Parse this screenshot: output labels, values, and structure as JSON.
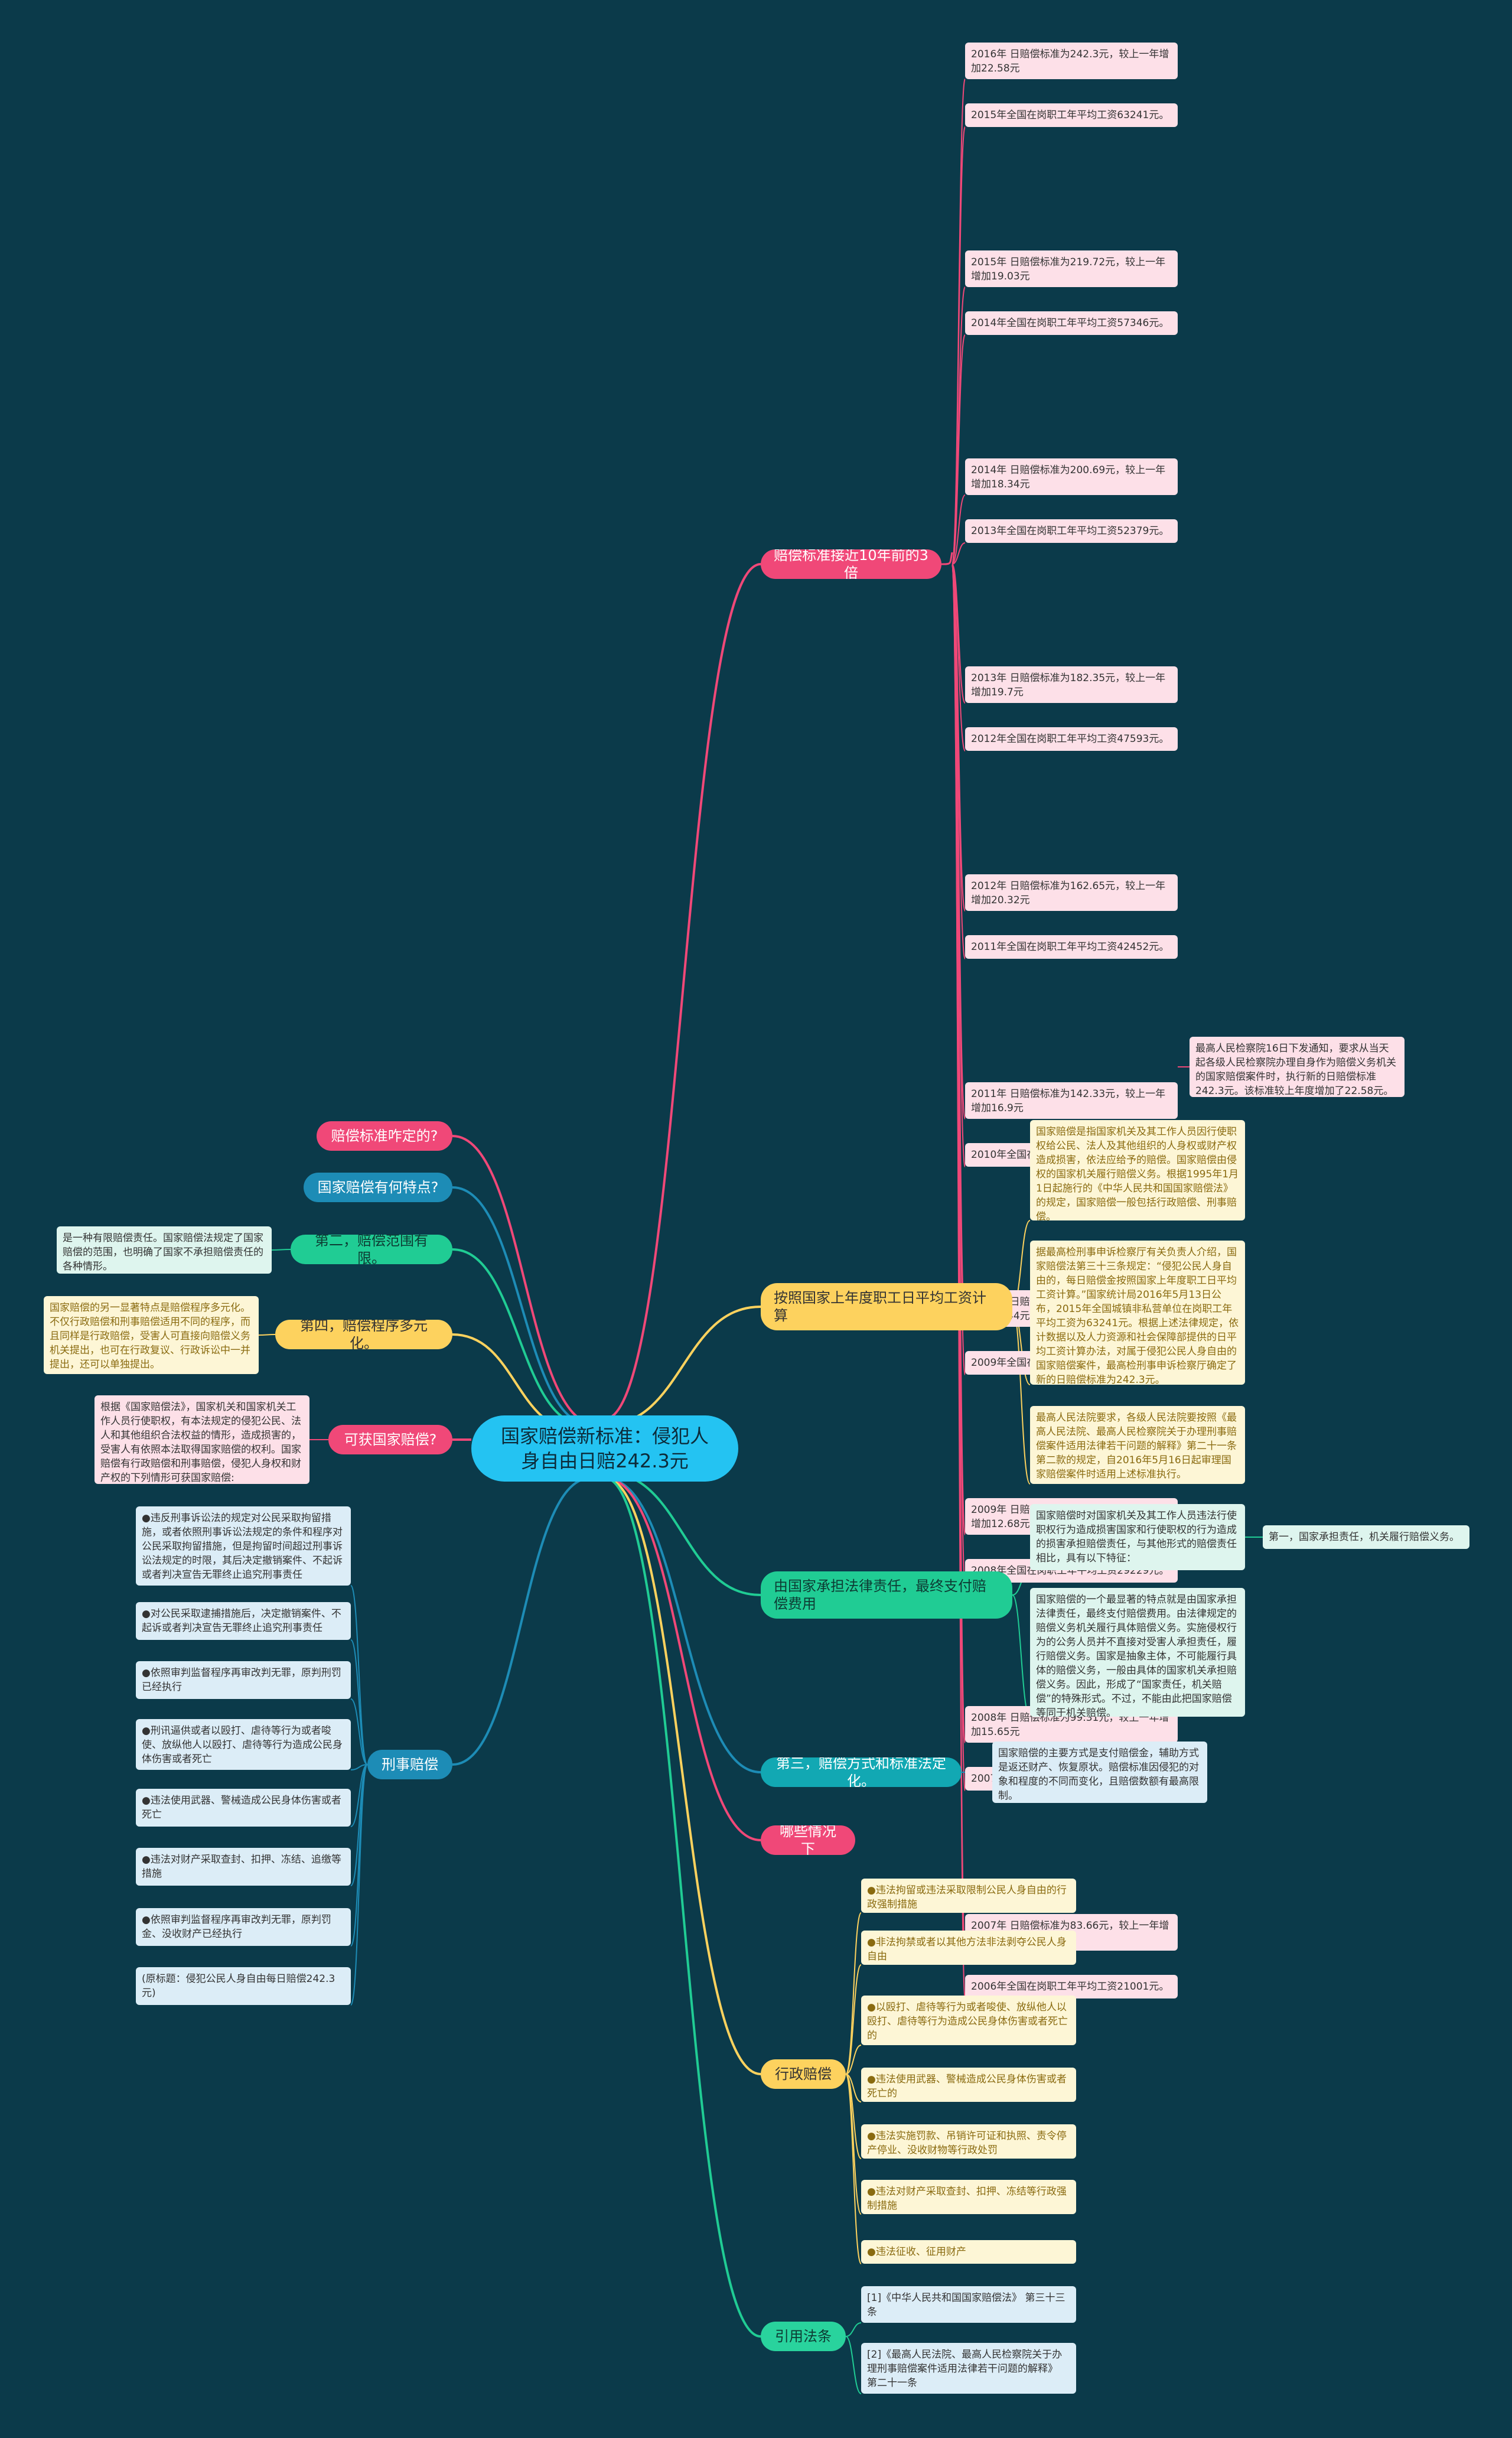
{
  "root": "国家赔偿新标准：侵犯人身自由日赔242.3元",
  "branch1": {
    "label": "赔偿标准接近10年前的3倍",
    "items": [
      "2016年 日赔偿标准为242.3元，较上一年增加22.58元",
      "2015年全国在岗职工年平均工资63241元。",
      "2015年 日赔偿标准为219.72元，较上一年增加19.03元",
      "2014年全国在岗职工年平均工资57346元。",
      "2014年 日赔偿标准为200.69元，较上一年增加18.34元",
      "2013年全国在岗职工年平均工资52379元。",
      "2013年 日赔偿标准为182.35元，较上一年增加19.7元",
      "2012年全国在岗职工年平均工资47593元。",
      "2012年 日赔偿标准为162.65元，较上一年增加20.32元",
      "2011年全国在岗职工年平均工资42452元。",
      "2011年 日赔偿标准为142.33元，较上一年增加16.9元",
      "2010年全国在岗职工年平均工资37147元。",
      "2010年 日赔偿标准为125.43元，较上一年增加13.44元",
      "2009年全国在岗职工年平均工资32736元。",
      "2009年 日赔偿标准为111.99元，较上一年增加12.68元",
      "2008年全国在岗职工年平均工资29229元。",
      "2008年 日赔偿标准为99.31元，较上一年增加15.65元",
      "2007年全国在岗职工年平均工资24932元。",
      "2007年 日赔偿标准为83.66元，较上一年增加10.36元",
      "2006年全国在岗职工年平均工资21001元。"
    ],
    "extra": "最高人民检察院16日下发通知，要求从当天起各级人民检察院办理自身作为赔偿义务机关的国家赔偿案件时，执行新的日赔偿标准242.3元。该标准较上年度增加了22.58元。"
  },
  "branch2": {
    "label": "按照国家上年度职工日平均工资计算",
    "items": [
      "国家赔偿是指国家机关及其工作人员因行使职权给公民、法人及其他组织的人身权或财产权造成损害，依法应给予的赔偿。国家赔偿由侵权的国家机关履行赔偿义务。根据1995年1月1日起施行的《中华人民共和国国家赔偿法》的规定，国家赔偿一般包括行政赔偿、刑事赔偿。",
      "据最高检刑事申诉检察厅有关负责人介绍，国家赔偿法第三十三条规定：“侵犯公民人身自由的，每日赔偿金按照国家上年度职工日平均工资计算。”国家统计局2016年5月13日公布，2015年全国城镇非私营单位在岗职工年平均工资为63241元。根据上述法律规定，依计数据以及人力资源和社会保障部提供的日平均工资计算办法，对属于侵犯公民人身自由的国家赔偿案件，最高检刑事申诉检察厅确定了新的日赔偿标准为242.3元。",
      "最高人民法院要求，各级人民法院要按照《最高人民法院、最高人民检察院关于办理刑事赔偿案件适用法律若干问题的解释》第二十一条第二款的规定，自2016年5月16日起审理国家赔偿案件时适用上述标准执行。"
    ]
  },
  "branch3": {
    "label": "由国家承担法律责任，最终支付赔偿费用",
    "items": [
      "国家赔偿时对国家机关及其工作人员违法行使职权行为造成损害国家和行使职权的行为造成的损害承担赔偿责任，与其他形式的赔偿责任相比，具有以下特征：",
      "国家赔偿的一个最显著的特点就是由国家承担法律责任，最终支付赔偿费用。由法律规定的赔偿义务机关履行具体赔偿义务。实施侵权行为的公务人员并不直接对受害人承担责任，履行赔偿义务。国家是抽象主体，不可能履行具体的赔偿义务，一般由具体的国家机关承担赔偿义务。因此，形成了“国家责任，机关赔偿”的特殊形式。不过，不能由此把国家赔偿等同于机关赔偿。"
    ],
    "sub": "第一，国家承担责任，机关履行赔偿义务。"
  },
  "branch4": {
    "label": "第三，赔偿方式和标准法定化。",
    "item": "国家赔偿的主要方式是支付赔偿金，辅助方式是返还财产、恢复原状。赔偿标准因侵犯的对象和程度的不同而变化，且赔偿数额有最高限制。"
  },
  "branch5": {
    "label": "哪些情况下"
  },
  "branch6": {
    "label": "行政赔偿",
    "items": [
      "●违法拘留或违法采取限制公民人身自由的行政强制措施",
      "●非法拘禁或者以其他方法非法剥夺公民人身自由",
      "●以殴打、虐待等行为或者唆使、放纵他人以殴打、虐待等行为造成公民身体伤害或者死亡的",
      "●违法使用武器、警械造成公民身体伤害或者死亡的",
      "●违法实施罚款、吊销许可证和执照、责令停产停业、没收财物等行政处罚",
      "●违法对财产采取查封、扣押、冻结等行政强制措施",
      "●违法征收、征用财产"
    ]
  },
  "branch7": {
    "label": "引用法条",
    "items": [
      "[1]《中华人民共和国国家赔偿法》 第三十三条",
      "[2]《最高人民法院、最高人民检察院关于办理刑事赔偿案件适用法律若干问题的解释》 第二十一条"
    ]
  },
  "left1": {
    "label": "赔偿标准咋定的?"
  },
  "left2": {
    "label": "国家赔偿有何特点?"
  },
  "left3": {
    "label": "第二，赔偿范围有限。",
    "item": "是一种有限赔偿责任。国家赔偿法规定了国家赔偿的范围，也明确了国家不承担赔偿责任的各种情形。"
  },
  "left4": {
    "label": "第四，赔偿程序多元化。",
    "item": "国家赔偿的另一显著特点是赔偿程序多元化。不仅行政赔偿和刑事赔偿适用不同的程序，而且同样是行政赔偿，受害人可直接向赔偿义务机关提出，也可在行政复议、行政诉讼中一并提出，还可以单独提出。"
  },
  "left5": {
    "label": "可获国家赔偿?",
    "item": "根据《国家赔偿法》，国家机关和国家机关工作人员行使职权，有本法规定的侵犯公民、法人和其他组织合法权益的情形，造成损害的，受害人有依照本法取得国家赔偿的权利。国家赔偿有行政赔偿和刑事赔偿，侵犯人身权和财产权的下列情形可获国家赔偿:"
  },
  "left6": {
    "label": "刑事赔偿",
    "items": [
      "●违反刑事诉讼法的规定对公民采取拘留措施，或者依照刑事诉讼法规定的条件和程序对公民采取拘留措施，但是拘留时间超过刑事诉讼法规定的时限，其后决定撤销案件、不起诉或者判决宣告无罪终止追究刑事责任",
      "●对公民采取逮捕措施后，决定撤销案件、不起诉或者判决宣告无罪终止追究刑事责任",
      "●依照审判监督程序再审改判无罪，原判刑罚已经执行",
      "●刑讯逼供或者以殴打、虐待等行为或者唆使、放纵他人以殴打、虐待等行为造成公民身体伤害或者死亡",
      "●违法使用武器、警械造成公民身体伤害或者死亡",
      "●违法对财产采取查封、扣押、冻结、追缴等措施",
      "●依照审判监督程序再审改判无罪，原判罚金、没收财产已经执行",
      "(原标题：侵犯公民人身自由每日赔偿242.3元)"
    ]
  },
  "colors": {
    "background": "#0b3a4a",
    "root": "#24c3f2",
    "pink": "#f04878",
    "yellow": "#fdd25e",
    "green": "#20cc94",
    "blue": "#1d8cb6",
    "teal": "#12a8b3"
  }
}
